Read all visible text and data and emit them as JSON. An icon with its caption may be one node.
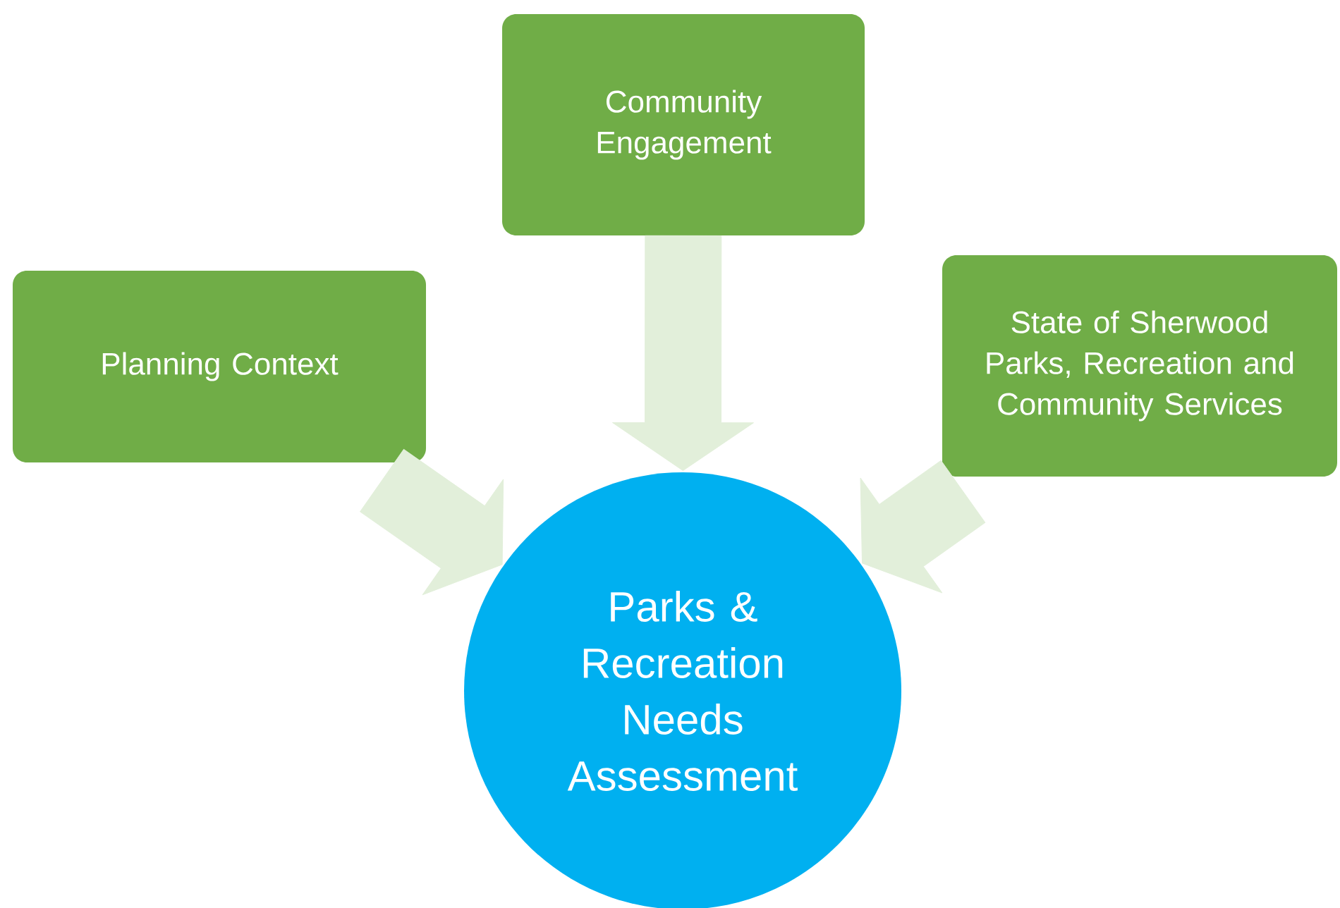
{
  "diagram": {
    "nodes": [
      {
        "text": [
          "Community Engagement"
        ]
      },
      {
        "text": [
          "Planning Context"
        ]
      },
      {
        "text": [
          "State of Sherwood Parks, Recreation and Community Services"
        ]
      },
      {
        "text": [
          "Parks & Recreation Needs Assessment"
        ]
      }
    ],
    "edges": [
      {
        "from": 0,
        "to": 3,
        "arrow": "to"
      },
      {
        "from": 1,
        "to": 3,
        "arrow": "to"
      },
      {
        "from": 2,
        "to": 3,
        "arrow": "to"
      }
    ]
  }
}
